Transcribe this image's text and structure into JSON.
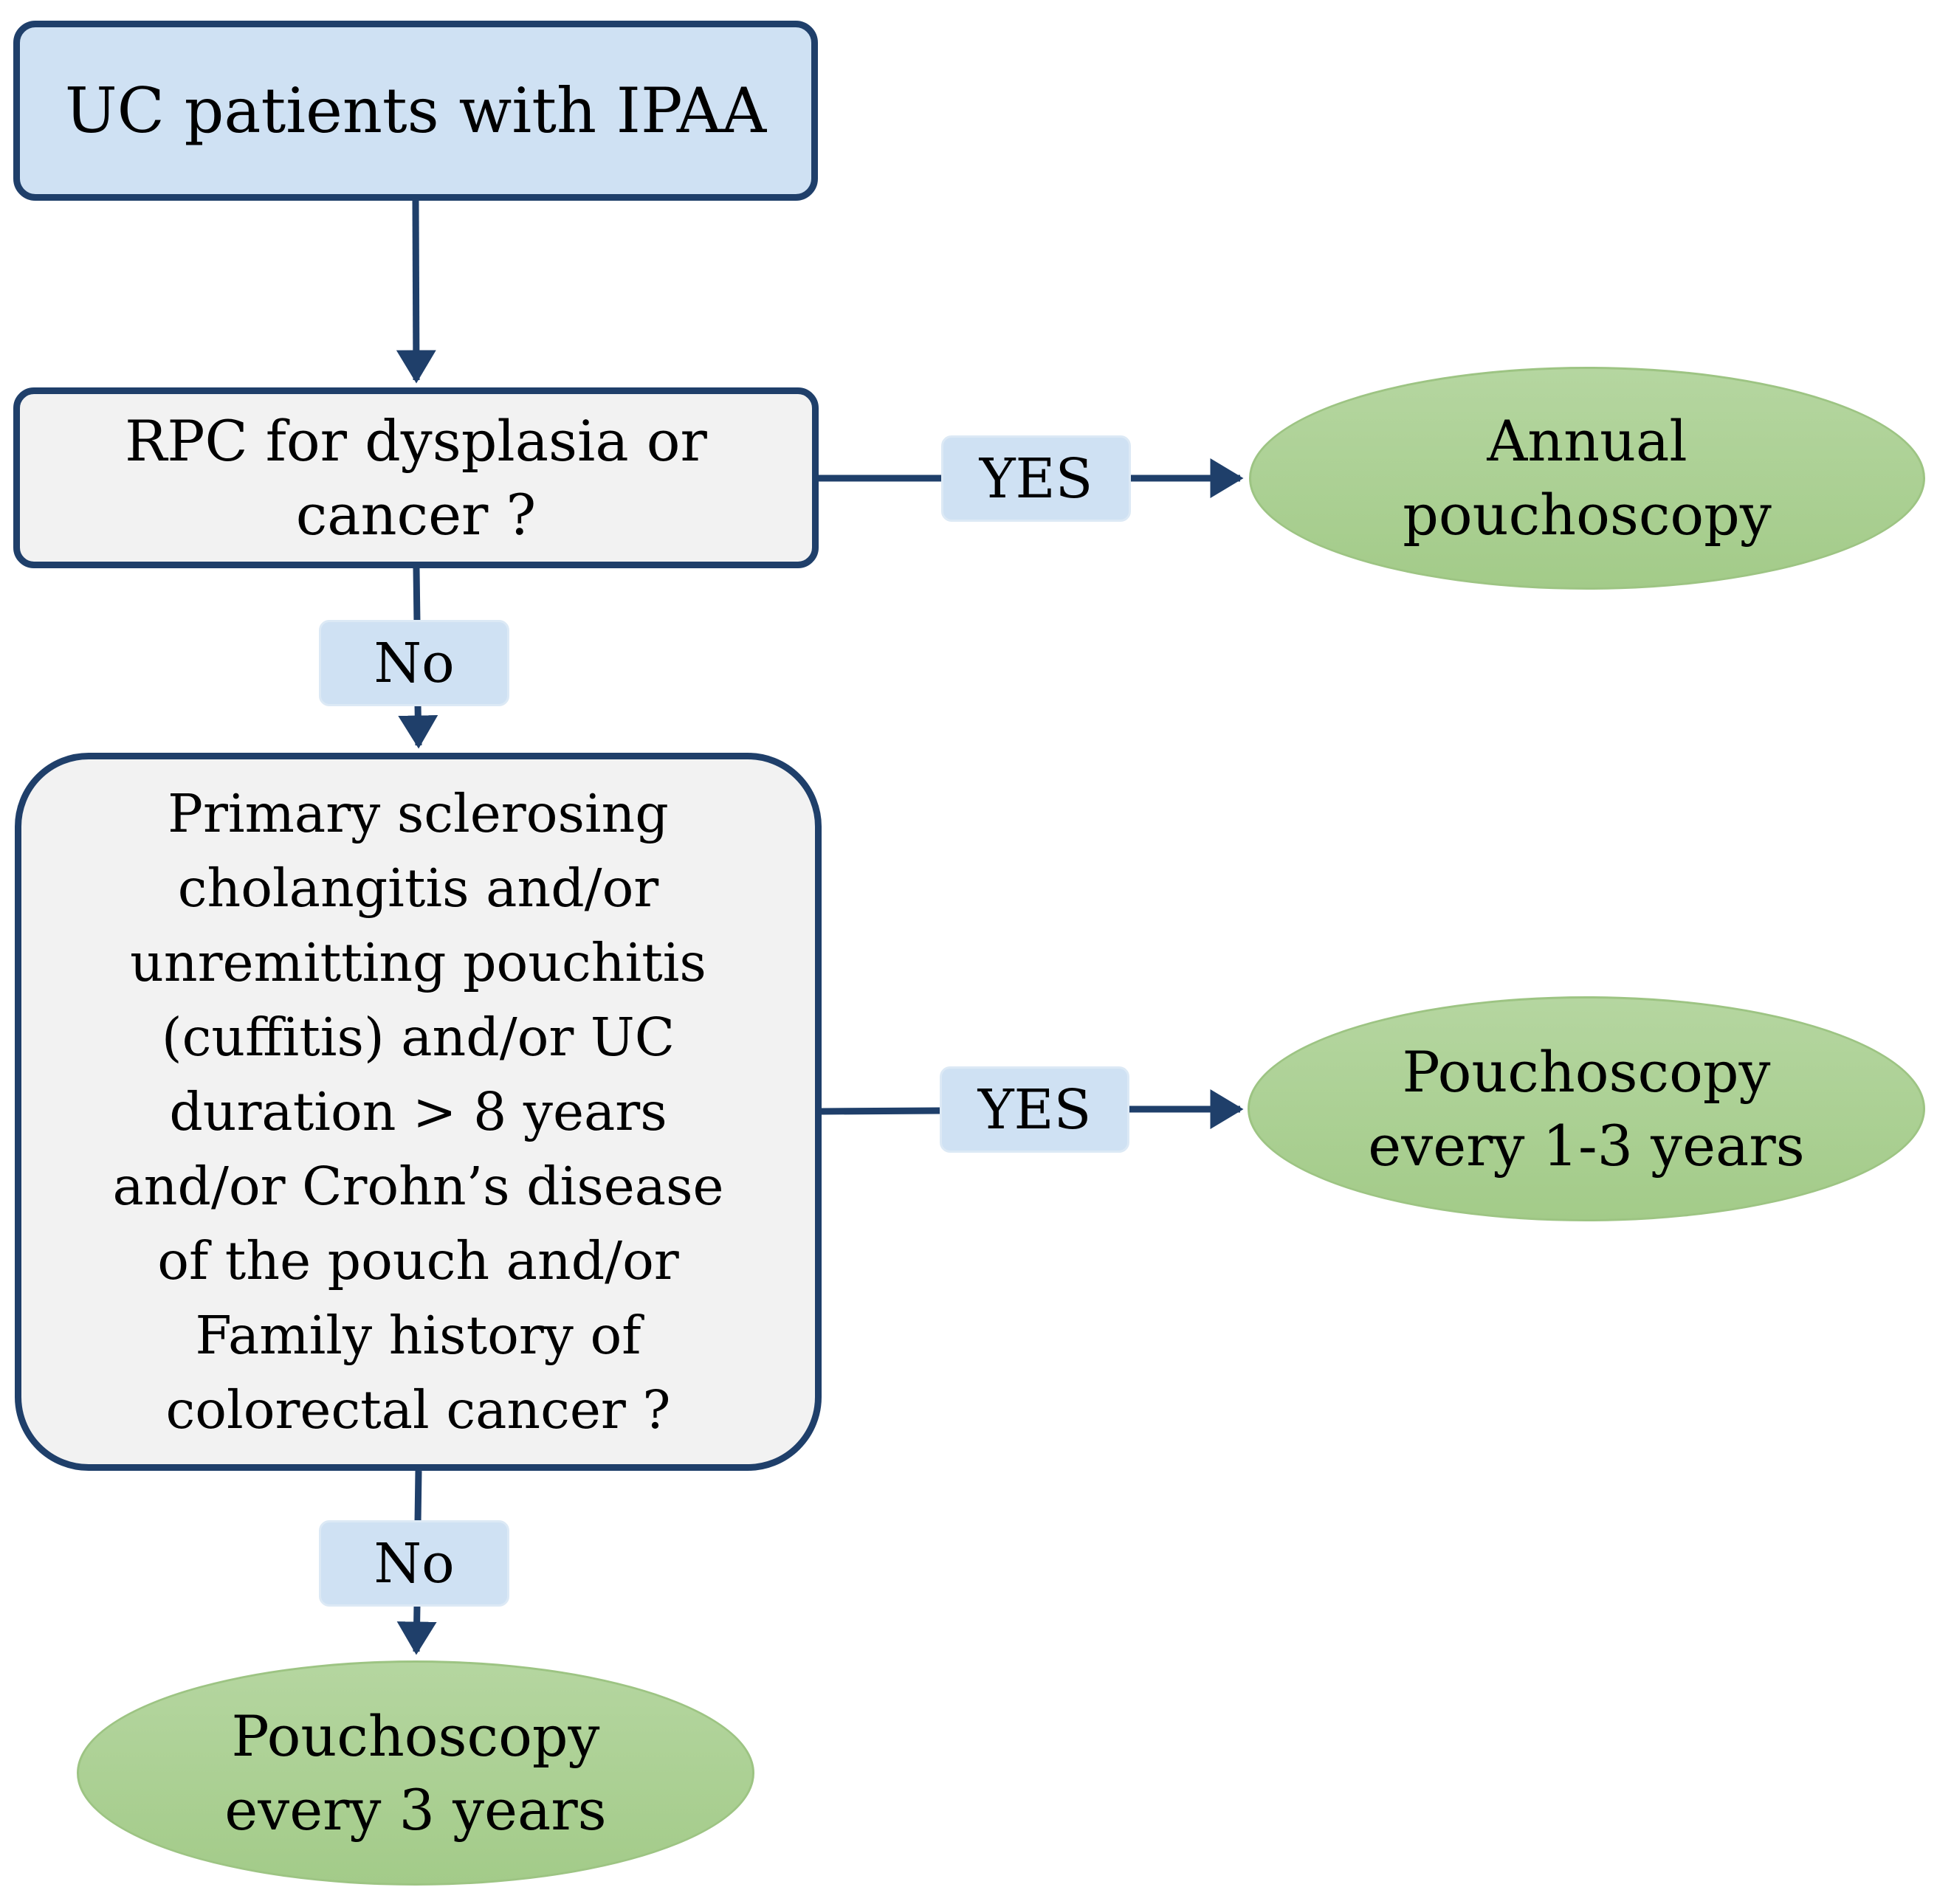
{
  "diagram": {
    "start_label": "UC patients with IPAA",
    "question_1": "RPC for dysplasia or\ncancer ?",
    "question_2": "Primary sclerosing\ncholangitis and/or\nunremitting pouchitis\n(cuffitis) and/or UC\nduration > 8 years\nand/or Crohn’s disease\nof the pouch and/or\nFamily history of\ncolorectal cancer ?",
    "yes_label_1": "YES",
    "yes_label_2": "YES",
    "no_label_1": "No",
    "no_label_2": "No",
    "outcome_annual": "Annual\npouchoscopy",
    "outcome_1_3_years": "Pouchoscopy\nevery 1-3 years",
    "outcome_3_years": "Pouchoscopy\nevery 3 years"
  },
  "colors": {
    "border": "#1f3f6a",
    "start_fill": "#cfe1f3",
    "question_fill": "#f2f2f2",
    "outcome_fill": "#a9cf8f",
    "tag_fill": "#cfe1f3"
  }
}
